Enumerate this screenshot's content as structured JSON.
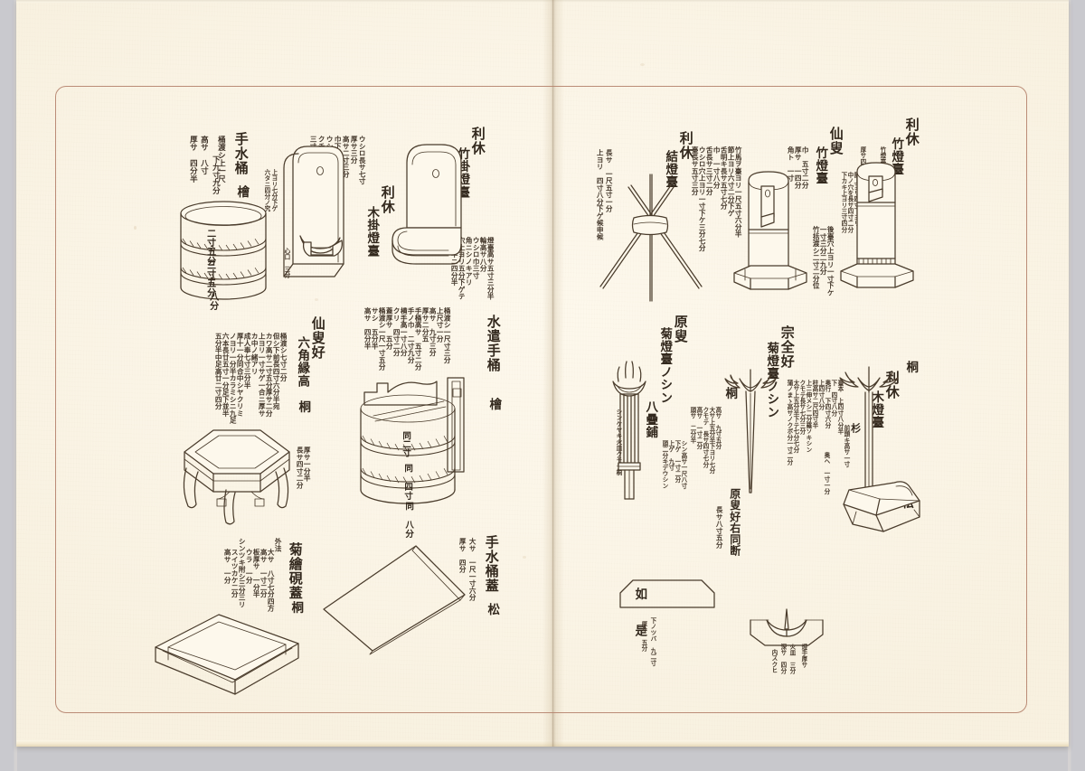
{
  "document": {
    "kind": "japanese-woodblock-book-spread",
    "colors": {
      "paper": "#fbf5e7",
      "ink": "#4a3c2c",
      "border_rule": "#b5836e",
      "mount": "#c9c9ce"
    }
  },
  "left_page": {
    "entries": [
      {
        "id": "chozu-oke",
        "heading": "手水桶",
        "material": "檜",
        "notes": [
          "桶渡シ上一尺",
          "下九寸九分",
          "高サ　八寸",
          "厚サ　四分半"
        ],
        "dim_labels": [
          "二寸五分",
          "三寸五分",
          "八分"
        ]
      },
      {
        "id": "rikyu-ki-kake-toudai",
        "heading": "利休",
        "subheading": "木掛燈臺",
        "notes": [
          "ウシロ長サ七寸",
          "厚サ三分",
          "高サ二寸三分",
          "巾下上二寸",
          "ウシロ二寸八分",
          "クチ三寸五分",
          "三寸六分半"
        ],
        "note_small": [
          "上ヨリ七分下ゲ",
          "六タニ四分ノ究"
        ],
        "caption": "心口　三分"
      },
      {
        "id": "rikyu-take-kake-toudai",
        "heading": "利休",
        "subheading": "竹掛燈臺",
        "notes": [
          "高サ四寸二分半",
          "燈臺高サ五寸三分半",
          "輪高サ八分",
          "ウシロ巾三寸",
          "角ニシノキアリ",
          "穴上ヨリ五分下ゲテ",
          "六分半ニ四分半"
        ]
      },
      {
        "id": "mizuya-teoke",
        "heading": "水遣手桶",
        "material": "檜",
        "notes": [
          "桶渡シ一尺寸三分",
          "上尺寸一分",
          "高サ　九寸三分",
          "厚サ二分五",
          "手桶高サ　五寸二分",
          "手ノ巾　二寸九分",
          "横手高一寸八分",
          "クリ　四寸二分",
          "蓋厚サ　五分",
          "桶渡シ一尺一寸五分",
          "サシ　五分半",
          "高サ　四分半"
        ],
        "dim_labels": [
          "同二寸",
          "同 四寸",
          "同 八分"
        ]
      },
      {
        "id": "senso-rokkaku-fuchidaka",
        "heading": "仙叟好",
        "subheading": "六角縁高",
        "material": "桐",
        "notes": [
          "桶渡シ七寸二分",
          "但シ下前長四寸六分半宛",
          "カワ高サ二寸五分厚サ二分",
          "上ヨリ一寸サゲ一合ニ厚サ",
          "カ中ノ緒アリ",
          "成人奉七寸三分半",
          "厚十一分同合中シヤクリミ",
          "ノヨリ一分半カラミシニ九足",
          "六本長廿五寸一分足下並半",
          "五分半中足高廿二寸四分"
        ],
        "dim_side": [
          "厚サ一分半",
          "長サ四寸二分"
        ]
      },
      {
        "id": "kikue-suzuri-buta",
        "heading": "菊繪硯蓋",
        "material": "桐",
        "notes": [
          "外法",
          "大サ　八寸七分四方",
          "高サ　一寸二分",
          "板厚サ　一分半",
          "ウラ　一分",
          "シンツキ附シ三分三リ",
          "スイツカケ二分",
          "高サ　一分"
        ]
      },
      {
        "id": "chozu-oke-buta",
        "heading": "手水桶蓋",
        "material": "松",
        "notes": [
          "大サ　一尺一寸六分",
          "厚サ　四分"
        ]
      }
    ]
  },
  "right_page": {
    "entries": [
      {
        "id": "rikyu-yui-toudai",
        "heading": "利休",
        "subheading": "結燈臺",
        "notes": [
          "長サ　一尺五寸一分",
          "上ヨリ　四寸八分下ゲ候申候"
        ]
      },
      {
        "id": "senso-take-toudai",
        "heading": "仙叟",
        "subheading": "竹燈臺",
        "notes": [
          "竹馬ヲ臺ヨリ一尺五寸六分半",
          "節上ヨリ六寸二分下ゲ",
          "舌明キ長サ五寸七分",
          "巾　一寸八分",
          "舌長サ三寸二分",
          "ウシロ穴上ヨリ一寸下ケ三分七分",
          "臺長サ五寸三分",
          "巾　五寸二分",
          "厚サ　一四分",
          "角ト　一寸"
        ]
      },
      {
        "id": "rikyu-take-toudai",
        "heading": "利休",
        "subheading": "竹燈臺",
        "notes": [
          "竹燈臺長サ一尺四寸半",
          "巾　九寸二分",
          "カト　一寸",
          "厚サ四分之廻",
          "節上ヨリ四寸下ヨリ",
          "中ノ穴を長サ四寸二分",
          "下カキ上ヨリ三寸四分",
          "後臺穴上ヨリ一寸下ケ",
          "一寸三分二九分",
          "竹括渡シ二寸二分位"
        ]
      },
      {
        "id": "genso-kiku-toudai",
        "heading": "原叟",
        "subheading": "菊燈臺ノシン",
        "note_right": "八疊鋪",
        "notes": [
          "シンケヤキ火皿クモテ桐",
          "シン高サ一尺八寸",
          "下ゲ　一寸二分",
          "上ゲ　九寸",
          "頭二分キデウシン"
        ]
      },
      {
        "id": "sotan-kiku-toudai",
        "heading": "宗全好",
        "subheading": "菊燈臺ノシン",
        "material": "桐",
        "notes": [
          "高サ　九寸五分",
          "大サ上五分半下ヨリ七分",
          "クモテ　長サ四寸七分",
          "高サ　一寸二分",
          "頭サ　二分半",
          "原叟好右同断",
          "長サ八寸五分"
        ]
      },
      {
        "id": "rikyu-ki-toudai",
        "heading": "利休",
        "subheading": "木燈臺",
        "material": "桐",
        "material2": "杉",
        "material3": "松",
        "notes": [
          "臺本　上四寸八分半",
          "下　四寸八分",
          "奥行　下四寸六分",
          "上四寸八分",
          "前頭キ高サ一寸",
          "奥ヘ　一寸一分",
          "柱高サ二尺四寸半",
          "上ニ伸メシ二分羅ソキシン",
          "クモテ長サ七分三分",
          "太サ上五分半下テ七分七分",
          "蒲ノまゝ高サノクボ分一寸二分"
        ]
      },
      {
        "id": "konohazu",
        "heading": "如　是",
        "notes": [
          "下ノツバ　九二寸",
          "厚サ　五分"
        ]
      },
      {
        "id": "hizara",
        "notes": [
          "燈手厚サ",
          "火皿　三分",
          "深サ　四分",
          "内スクヒ"
        ]
      }
    ]
  }
}
